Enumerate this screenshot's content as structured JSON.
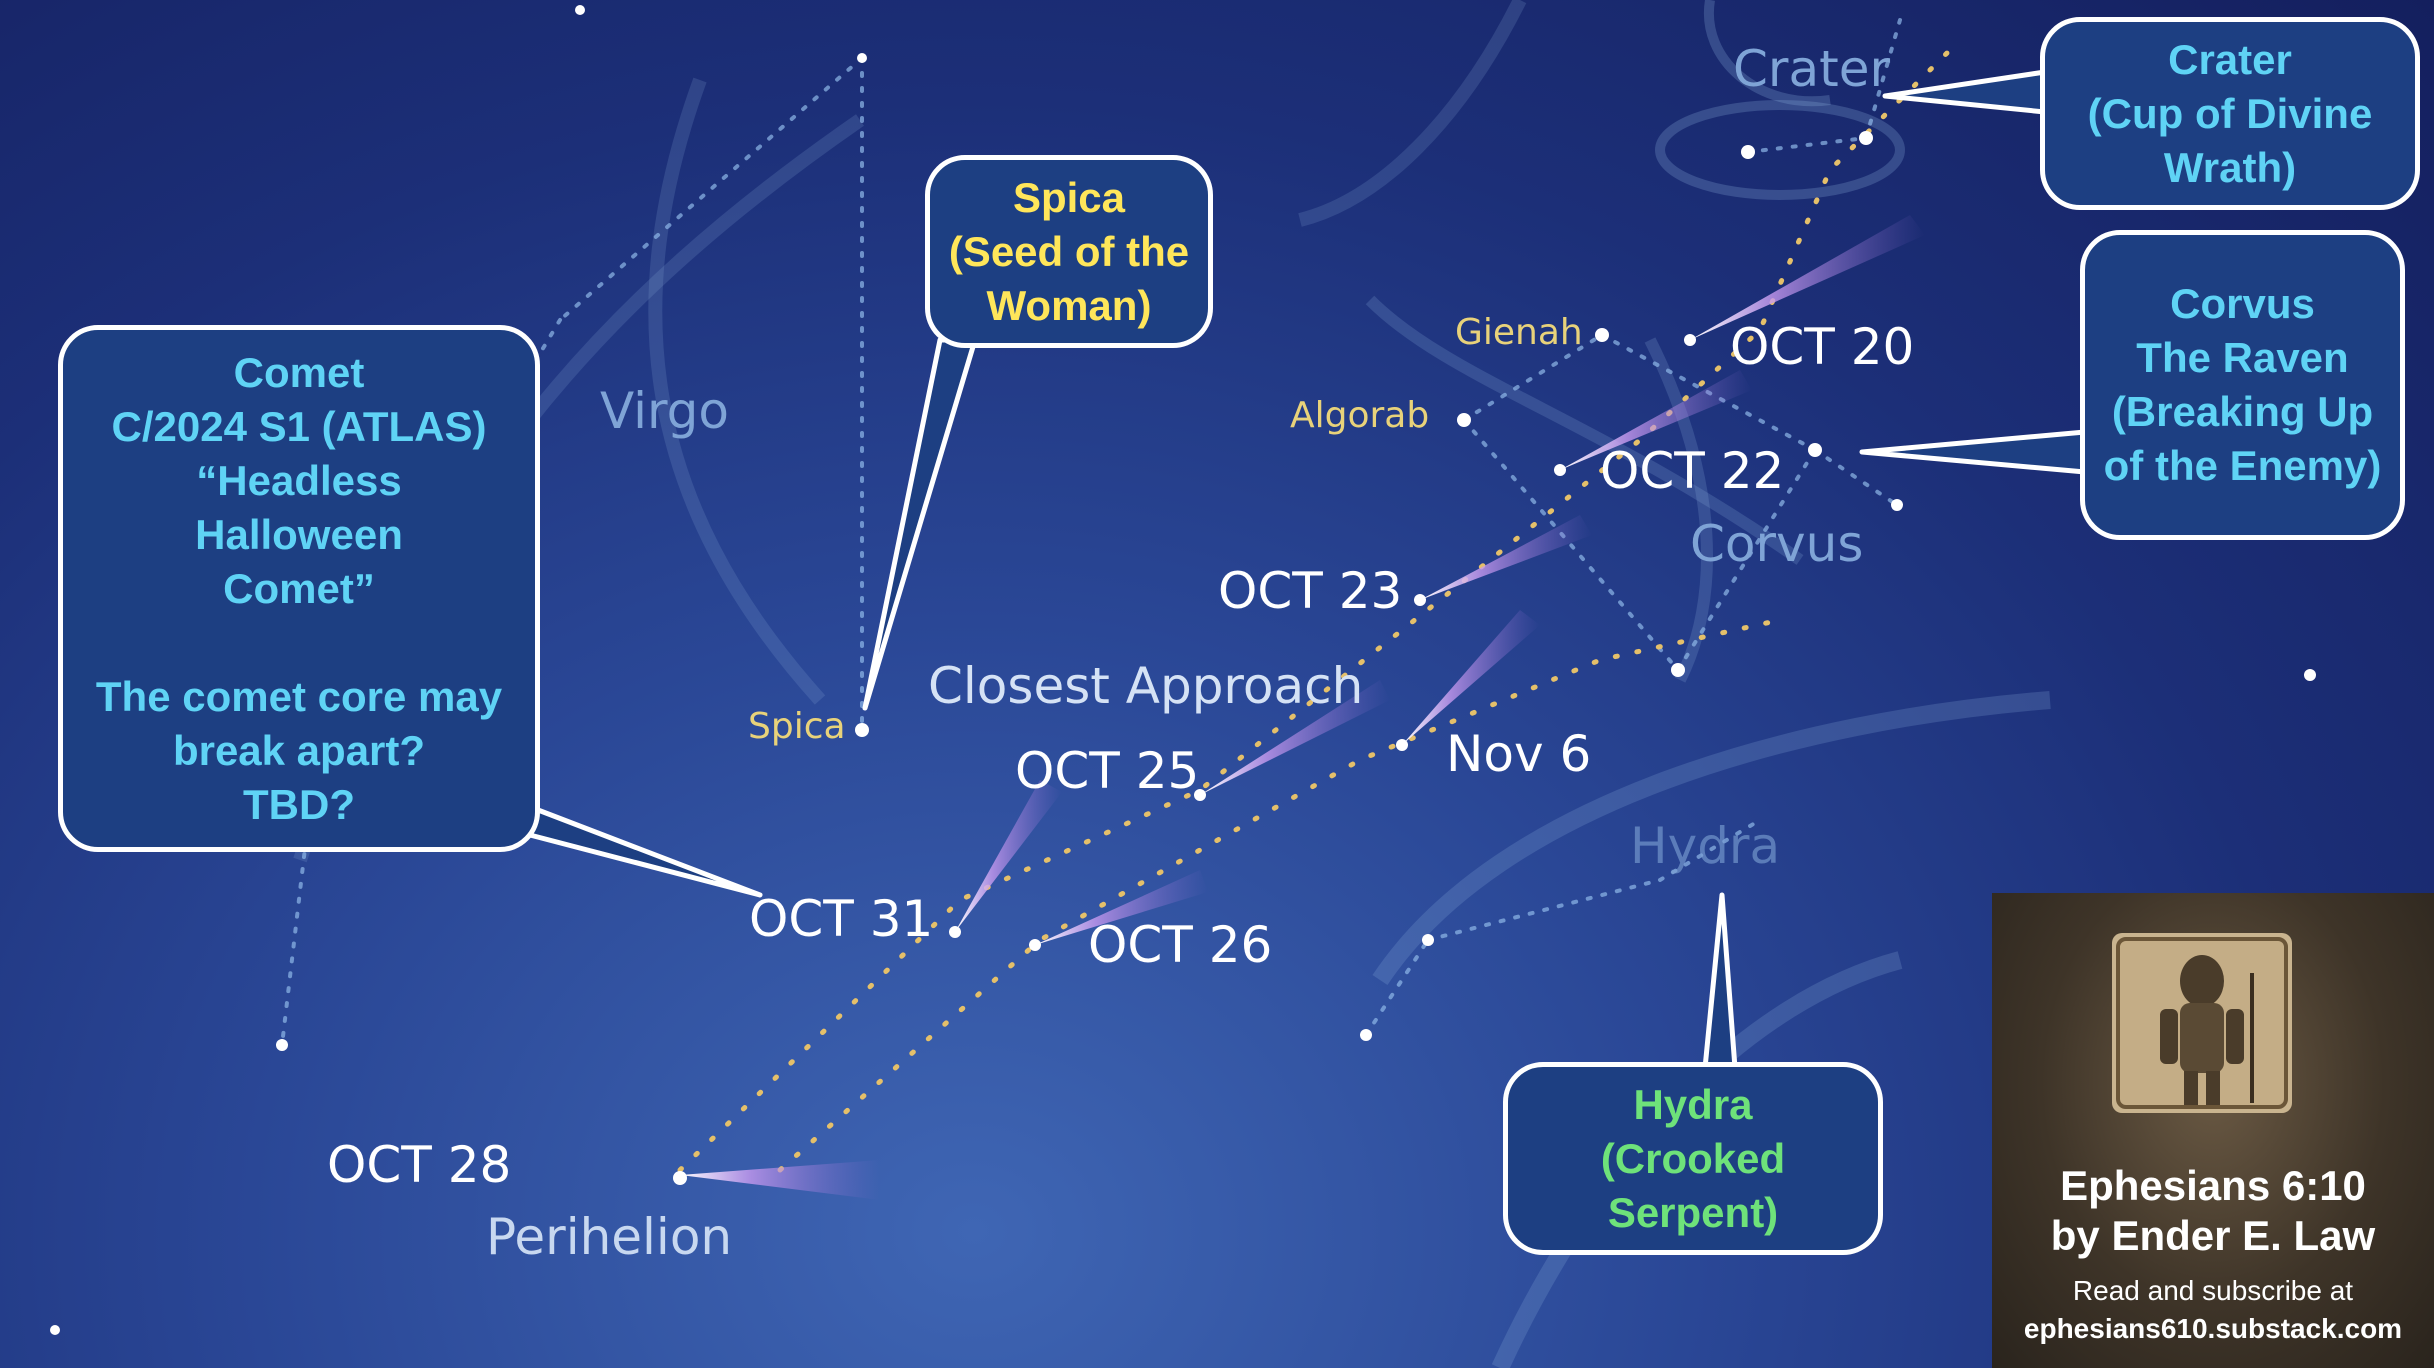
{
  "constellations": {
    "virgo": "Virgo",
    "crater": "Crater",
    "corvus": "Corvus",
    "hydra": "Hydra"
  },
  "stars": {
    "spica": "Spica",
    "gienah": "Gienah",
    "algorab": "Algorab"
  },
  "comet_positions": [
    {
      "date": "OCT 20"
    },
    {
      "date": "OCT 22"
    },
    {
      "date": "OCT 23"
    },
    {
      "date": "OCT 25"
    },
    {
      "date": "OCT 26"
    },
    {
      "date": "OCT 28"
    },
    {
      "date": "OCT 31"
    },
    {
      "date": "Nov 6"
    }
  ],
  "annotations": {
    "closest_approach": "Closest Approach",
    "perihelion": "Perihelion"
  },
  "callouts": {
    "comet": {
      "lines": [
        "Comet",
        "C/2024 S1 (ATLAS)",
        "“Headless",
        "Halloween",
        "Comet”",
        "",
        "The comet core may",
        "break apart?",
        "TBD?"
      ]
    },
    "spica": {
      "lines": [
        "Spica",
        "(Seed of the",
        "Woman)"
      ]
    },
    "crater": {
      "lines": [
        "Crater",
        "(Cup of Divine",
        "Wrath)"
      ]
    },
    "corvus": {
      "lines": [
        "Corvus",
        "The Raven",
        "(Breaking Up",
        "of the Enemy)"
      ]
    },
    "hydra": {
      "lines": [
        "Hydra",
        "(Crooked",
        "Serpent)"
      ]
    }
  },
  "promo": {
    "title": "Ephesians 6:10",
    "author": "by Ender E. Law",
    "cta": "Read and subscribe at",
    "url": "ephesians610.substack.com",
    "art_icon": "knight-armor-icon"
  },
  "colors": {
    "callout_bg": "#1d3f82",
    "cyan_text": "#5fd3f5",
    "yellow_text": "#ffe65a",
    "green_text": "#6ee27a",
    "comet_tail": "#b88ae8"
  }
}
